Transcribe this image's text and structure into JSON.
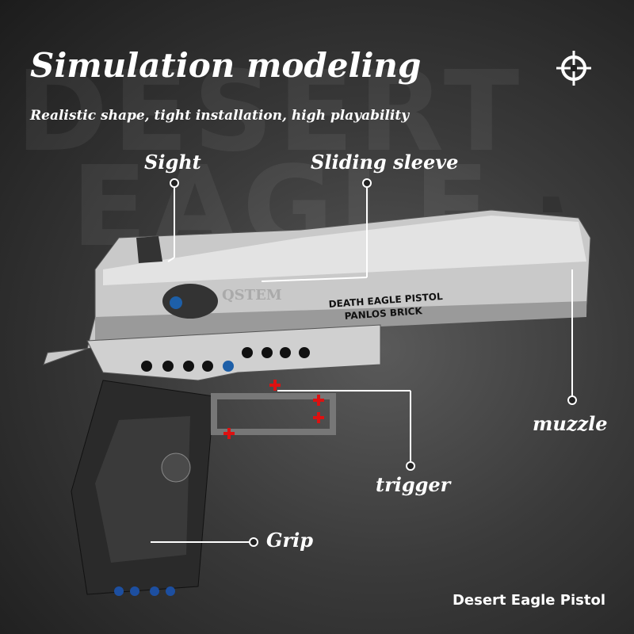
{
  "background_text": {
    "line1": "DESERT",
    "line2": "EAGLE"
  },
  "header": {
    "title": "Simulation modeling",
    "subtitle": "Realistic shape, tight installation, high playability"
  },
  "icons": {
    "crosshair": "crosshair-icon"
  },
  "callouts": {
    "sight": "Sight",
    "sliding_sleeve": "Sliding sleeve",
    "muzzle": "muzzle",
    "trigger": "trigger",
    "grip": "Grip"
  },
  "product": {
    "brand": "QSTEM",
    "engraving_line1": "DEATH EAGLE PISTOL",
    "engraving_line2": "PANLOS BRICK"
  },
  "caption": "Desert Eagle Pistol"
}
